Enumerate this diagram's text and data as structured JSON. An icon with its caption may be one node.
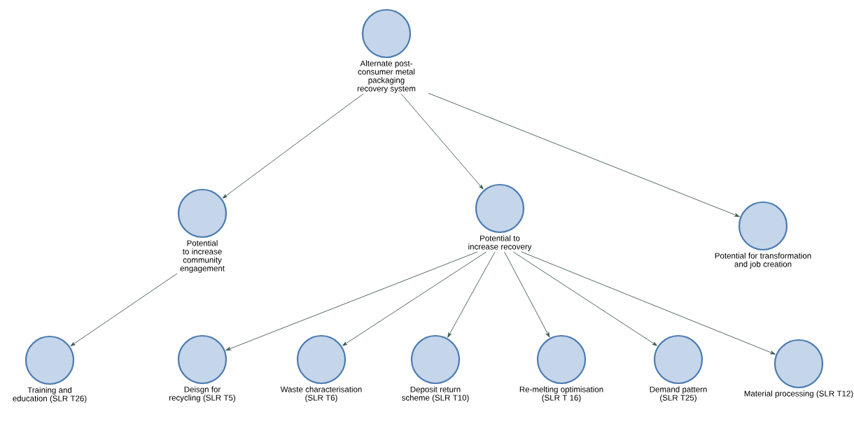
{
  "diagram": {
    "nodes": [
      {
        "text": [
          "Alternate post-consumer metal packaging recovery system"
        ]
      },
      {
        "text": [
          "Potential to increase community engagement"
        ]
      },
      {
        "text": [
          "Potential to increase recovery"
        ]
      },
      {
        "text": [
          "Potential for transformation and job creation"
        ]
      },
      {
        "text": [
          "Training and education (SLR T26)"
        ]
      },
      {
        "text": [
          "Deisgn for recycling (SLR T5)"
        ]
      },
      {
        "text": [
          "Waste characterisation (SLR T6)"
        ]
      },
      {
        "text": [
          "Deposit return scheme (SLR T10)"
        ]
      },
      {
        "text": [
          "Re-melting optimisation (SLR T 16)"
        ]
      },
      {
        "text": [
          "Demand pattern (SLR T25)"
        ]
      },
      {
        "text": [
          "Material processing (SLR T12)"
        ]
      }
    ],
    "edges": [
      {
        "from": 0,
        "to": 1,
        "arrow": "to"
      },
      {
        "from": 0,
        "to": 2,
        "arrow": "to"
      },
      {
        "from": 0,
        "to": 3,
        "arrow": "to"
      },
      {
        "from": 1,
        "to": 4,
        "arrow": "to"
      },
      {
        "from": 2,
        "to": 5,
        "arrow": "to"
      },
      {
        "from": 2,
        "to": 6,
        "arrow": "to"
      },
      {
        "from": 2,
        "to": 7,
        "arrow": "to"
      },
      {
        "from": 2,
        "to": 8,
        "arrow": "to"
      },
      {
        "from": 2,
        "to": 9,
        "arrow": "to"
      },
      {
        "from": 2,
        "to": 10,
        "arrow": "to"
      }
    ]
  }
}
